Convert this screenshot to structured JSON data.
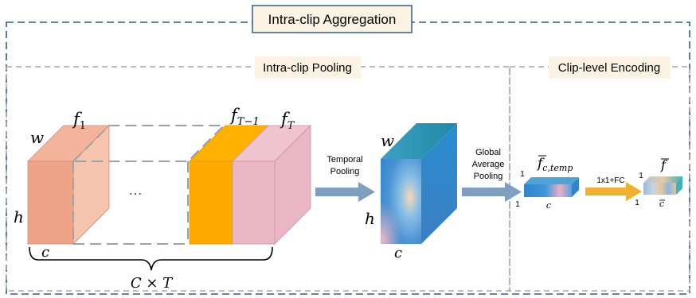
{
  "title": "Intra-clip Aggregation",
  "pooling_section": {
    "label": "Intra-clip Pooling"
  },
  "encoding_section": {
    "label": "Clip-level Encoding"
  },
  "frames": {
    "w": "w",
    "h": "h",
    "c": "c",
    "f1": {
      "base": "f",
      "sub": "1"
    },
    "fT1": {
      "base": "f",
      "sub": "T−1"
    },
    "fT": {
      "base": "f",
      "sub": "T"
    },
    "dots": "…",
    "brace_label": "C × T"
  },
  "temporal_pooling": {
    "line1": "Temporal",
    "line2": "Pooling"
  },
  "pooled_cube": {
    "w": "w",
    "h": "h",
    "c": "c"
  },
  "global_pooling": {
    "line1": "Global",
    "line2": "Average",
    "line3": "Pooling"
  },
  "vector1": {
    "base": "f",
    "sub": "c,temp",
    "dim_top": "1",
    "dim_left": "1",
    "dim_c": "c"
  },
  "fc_label": "1x1+FC",
  "vector2": {
    "base": "f",
    "dim_top": "1",
    "dim_left": "1",
    "dim_c": "c"
  },
  "colors": {
    "frame_salmon": "#EFA389",
    "frame_peach": "#F5C3AE",
    "frame_orange": "#FFB000",
    "frame_pink": "#E9B7C5",
    "dashed_blue": "#2F5C8A",
    "dashed_gray": "#A6A6A6",
    "arrow_blue": "#7F9FBF",
    "arrow_orange": "#F0B030"
  }
}
